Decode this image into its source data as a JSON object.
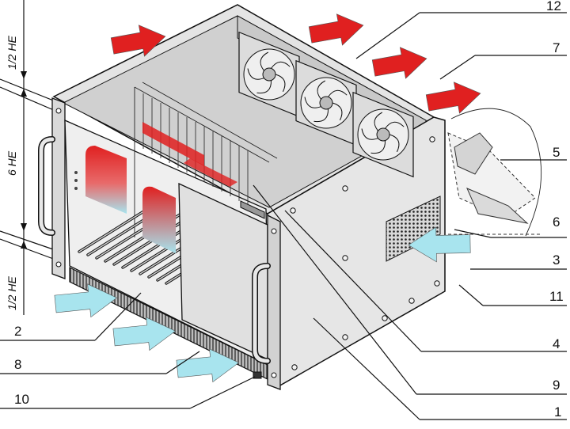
{
  "dimensions": {
    "top_half": "1/2 HE",
    "middle": "6 HE",
    "bottom_half": "1/2 HE"
  },
  "callouts": {
    "c12": "12",
    "c7": "7",
    "c5": "5",
    "c6": "6",
    "c3": "3",
    "c11": "11",
    "c4": "4",
    "c9": "9",
    "c1": "1",
    "c2": "2",
    "c8": "8",
    "c10": "10"
  },
  "colors": {
    "hot_air": "#e02020",
    "cool_air": "#a8e4ee",
    "panel_light": "#ececec",
    "panel_mid": "#d6d6d6",
    "panel_dark": "#bdbdbd",
    "outline": "#111111"
  },
  "icons": [
    "hot-air-arrow-icon",
    "cool-air-arrow-icon",
    "fan-icon",
    "handle-icon"
  ]
}
